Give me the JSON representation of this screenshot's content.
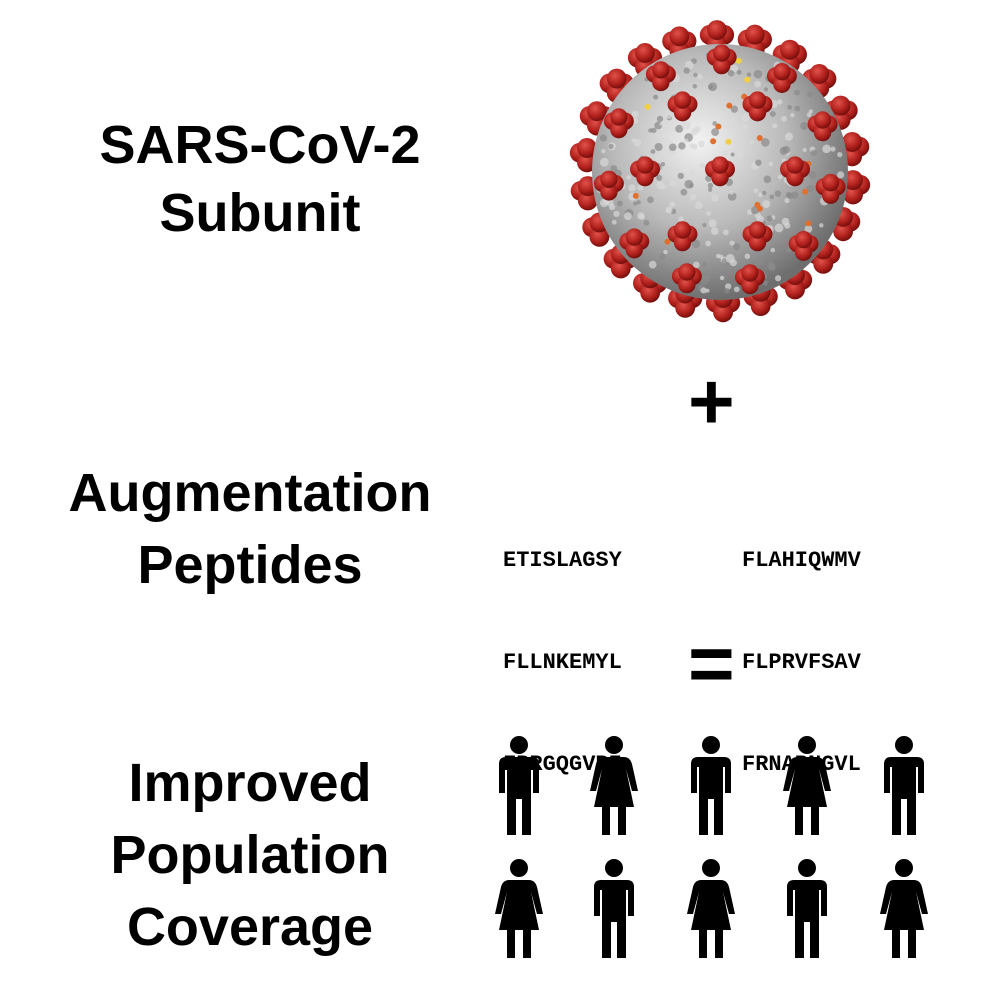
{
  "labels": {
    "virus": [
      "SARS-CoV-2",
      "Subunit"
    ],
    "peptides": [
      "Augmentation",
      "Peptides"
    ],
    "coverage": [
      "Improved",
      "Population",
      "Coverage"
    ]
  },
  "operators": {
    "plus": "+",
    "equals": "="
  },
  "peptide_columns": [
    [
      "ETISLAGSY",
      "FLLNKEMYL",
      "FPRGQGVPI"
    ],
    [
      "FLAHIQWMV",
      "FLPRVFSAV",
      "FRNARNGVL"
    ]
  ],
  "population": {
    "rows": [
      [
        "man",
        "woman",
        "man",
        "woman",
        "man"
      ],
      [
        "woman",
        "man",
        "woman",
        "man",
        "woman"
      ]
    ]
  },
  "colors": {
    "text": "#000000",
    "virus_body": "#b9b9b9",
    "spike": "#b0201c",
    "accent_dots": "#e07030"
  },
  "icons": {
    "virus": "coronavirus-virion-icon",
    "man": "man-figure-icon",
    "woman": "woman-figure-icon"
  }
}
